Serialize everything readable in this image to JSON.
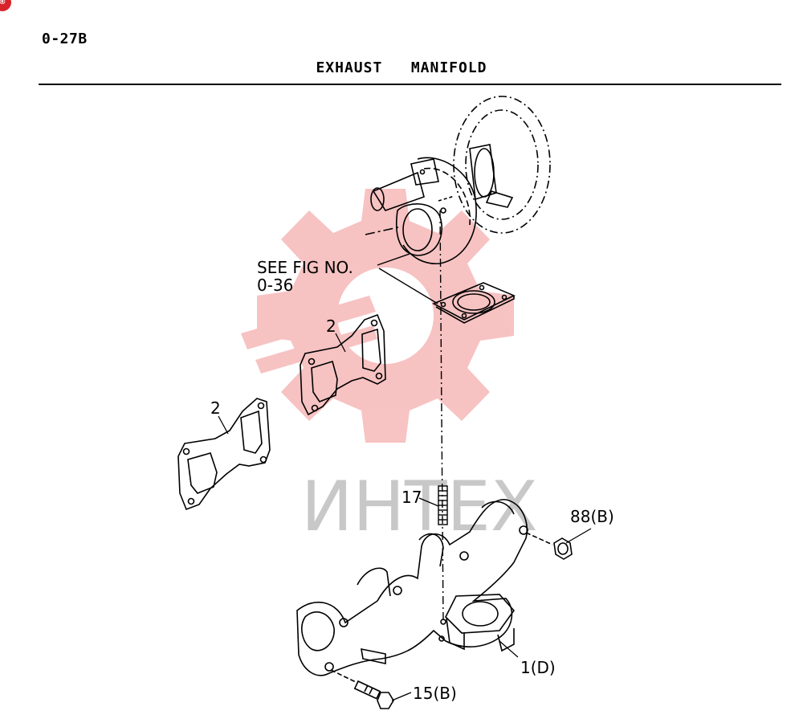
{
  "header": {
    "figure_number": "0-27B",
    "title": "EXHAUST   MANIFOLD"
  },
  "watermark": {
    "text": "ИНТЕХ",
    "color": "#f4b3b3"
  },
  "callouts": {
    "reference_line1": "SEE FIG NO.",
    "reference_line2": "0-36",
    "gasket_upper": "2",
    "gasket_lower": "2",
    "stud": "17",
    "nut": "88(B)",
    "manifold": "1(D)",
    "bolt": "15(B)"
  }
}
